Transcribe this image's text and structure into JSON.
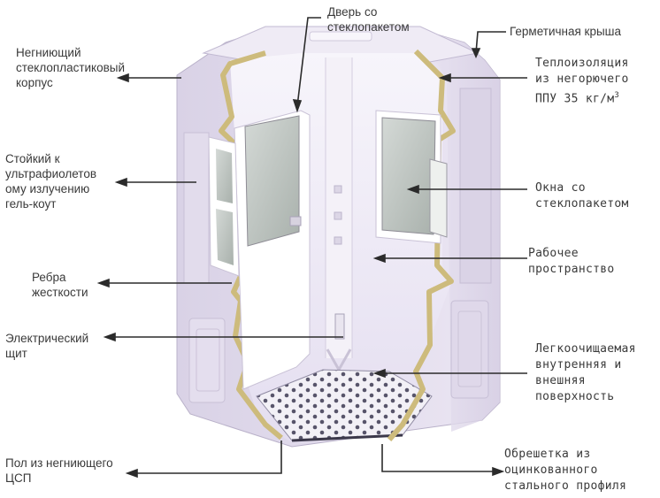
{
  "labels": {
    "door": "Дверь со\nстеклопакетом",
    "roof": "Герметичная крыша",
    "body": "Негниющий\nстеклопластиковый\nкорпус",
    "insulation": "Теплоизоляция\nиз негорючего\nППУ 35 кг/м",
    "insulation_sup": "3",
    "gelcoat": "Стойкий к\nультрафиолетов\nому излучению\nгель-коут",
    "windows": "Окна со\nстеклопакетом",
    "workspace": "Рабочее\nпространство",
    "ribs": "Ребра\nжесткости",
    "panel": "Электрический\nщит",
    "surface": "Легкоочищаемая\nвнутренняя и\nвнешняя\nповерхность",
    "floor": "Пол из негниющего\nЦСП",
    "frame": "Обрешетка из\nоцинкованного\nстального профиля"
  },
  "colors": {
    "text": "#3a3a3a",
    "arrow": "#2b2b2b",
    "shell": "#e6e0ef",
    "interior": "#f1edf7",
    "insulation": "#cdbb7c"
  }
}
